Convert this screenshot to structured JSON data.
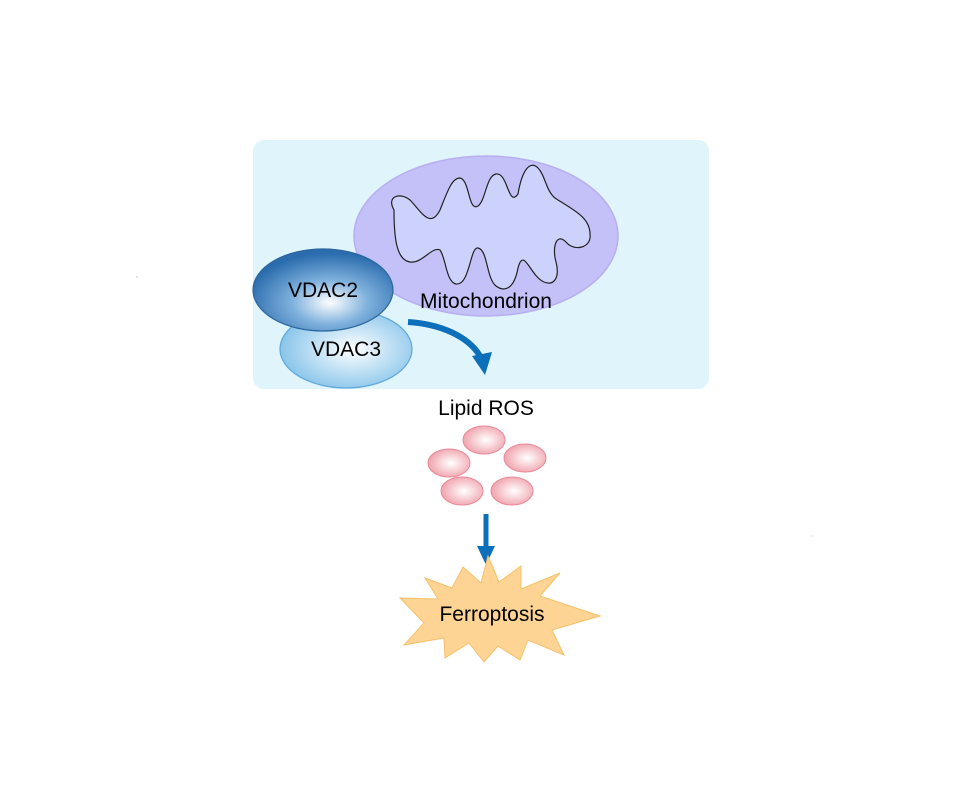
{
  "diagram": {
    "title": "VDAC2/VDAC3 mitochondrial pathway to ferroptosis",
    "nodes": {
      "cell_region": {
        "label": ""
      },
      "mitochondrion": {
        "label": "Mitochondrion"
      },
      "vdac2": {
        "label": "VDAC2"
      },
      "vdac3": {
        "label": "VDAC3"
      },
      "lipid_ros": {
        "label": "Lipid ROS",
        "particle_count": 5
      },
      "ferroptosis": {
        "label": "Ferroptosis"
      }
    },
    "edges": [
      {
        "from": "vdac2",
        "to": "lipid_ros",
        "style": "curved-arrow"
      },
      {
        "from": "lipid_ros",
        "to": "ferroptosis",
        "style": "straight-arrow"
      }
    ],
    "colors": {
      "cell_region_fill": "#dff4fb",
      "mitochondrion_fill": "#c3c1f8",
      "mitochondrion_inner": "#cdd2fc",
      "vdac2_dark": "#2f74b8",
      "vdac3_light": "#8cc6ea",
      "arrow": "#0b6fba",
      "ros_fill": "#f0a2ad",
      "burst_fill": "#fdd493"
    }
  }
}
